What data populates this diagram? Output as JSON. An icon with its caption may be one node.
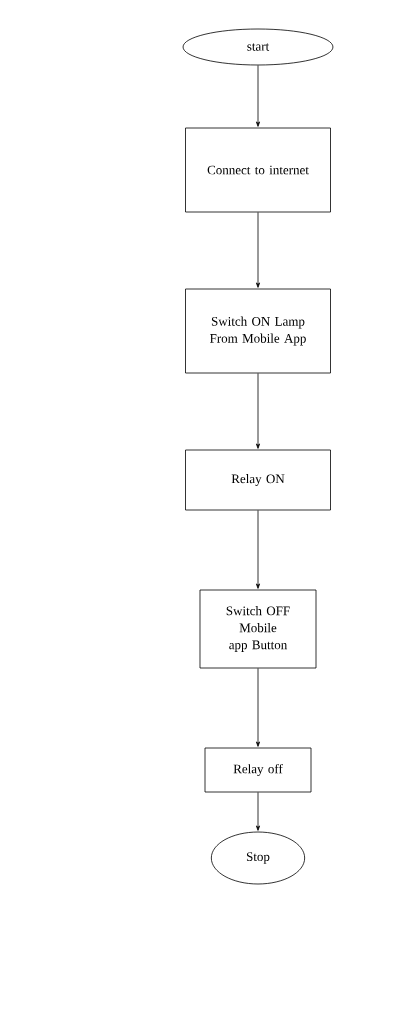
{
  "diagram": {
    "nodes": [
      {
        "text": [
          "start"
        ]
      },
      {
        "text": [
          "Connect to internet"
        ]
      },
      {
        "text": [
          "Switch ON Lamp From Mobile App"
        ]
      },
      {
        "text": [
          "Relay ON"
        ]
      },
      {
        "text": [
          "Switch OFF Mobile app Button"
        ]
      },
      {
        "text": [
          "Relay off"
        ]
      },
      {
        "text": [
          "Stop"
        ]
      }
    ],
    "edges": [
      {
        "from": 0,
        "to": 1,
        "arrow": "to"
      },
      {
        "from": 1,
        "to": 2,
        "arrow": "to"
      },
      {
        "from": 2,
        "to": 3,
        "arrow": "to"
      },
      {
        "from": 3,
        "to": 4,
        "arrow": "to"
      },
      {
        "from": 4,
        "to": 5,
        "arrow": "to"
      },
      {
        "from": 5,
        "to": 6,
        "arrow": "to"
      }
    ]
  }
}
